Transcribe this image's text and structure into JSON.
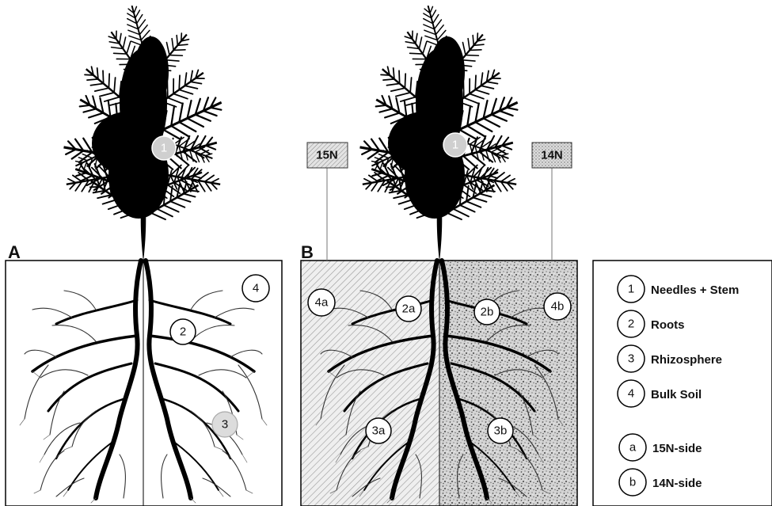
{
  "panels": {
    "a": {
      "letter": "A",
      "markers": {
        "needles": "1",
        "roots": "2",
        "rhizosphere": "3",
        "bulk_soil": "4"
      }
    },
    "b": {
      "letter": "B",
      "markers": {
        "needles": "1",
        "roots_15n": "2a",
        "roots_14n": "2b",
        "rhizo_15n": "3a",
        "rhizo_14n": "3b",
        "bulk_15n": "4a",
        "bulk_14n": "4b"
      },
      "sign_left": "15N",
      "sign_right": "14N"
    }
  },
  "legend": {
    "items": [
      {
        "key": "1",
        "label": "Needles + Stem"
      },
      {
        "key": "2",
        "label": "Roots"
      },
      {
        "key": "3",
        "label": "Rhizosphere"
      },
      {
        "key": "4",
        "label": "Bulk Soil"
      },
      {
        "key": "a",
        "label": "15N-side"
      },
      {
        "key": "b",
        "label": "14N-side"
      }
    ]
  }
}
